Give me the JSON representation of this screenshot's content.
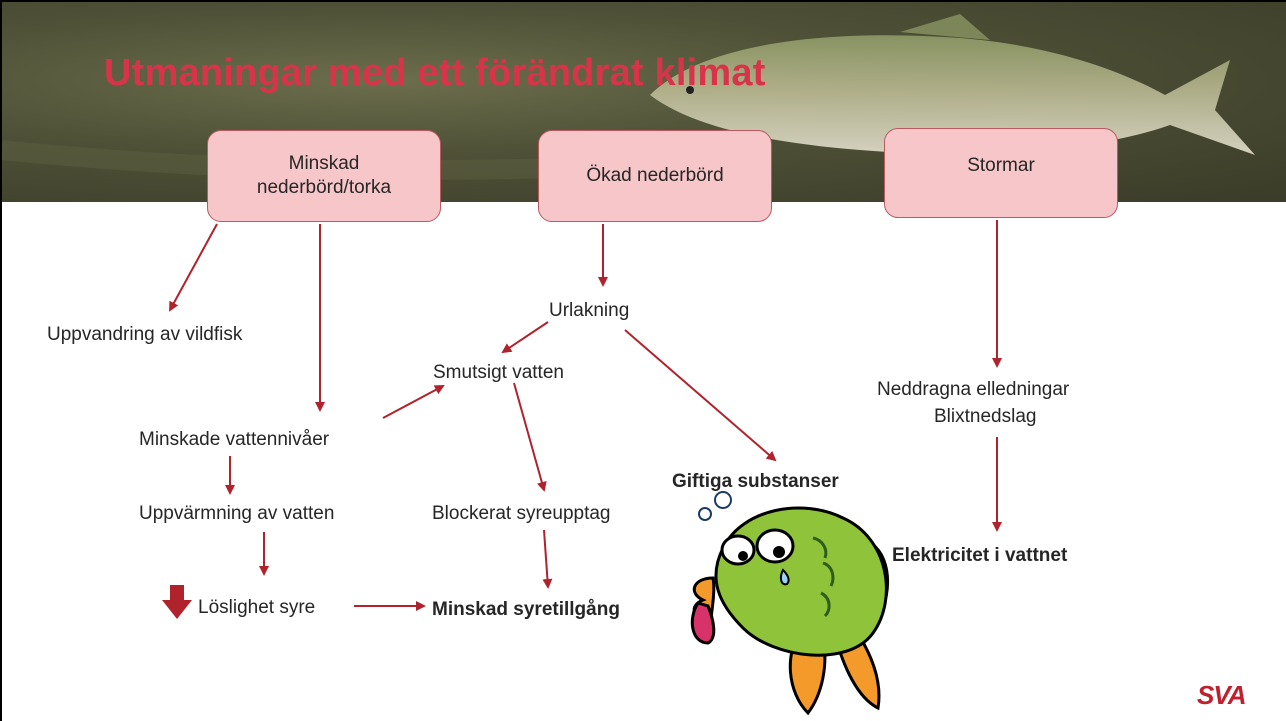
{
  "title": "Utmaningar med ett förändrat klimat",
  "boxes": {
    "torka": "Minskad nederbörd/torka",
    "nederbord": "Ökad nederbörd",
    "stormar": "Stormar"
  },
  "nodes": {
    "uppvandring": "Uppvandring av vildfisk",
    "vattenniva": "Minskade vattennivåer",
    "uppvarmning": "Uppvärmning av vatten",
    "loslighet": "Löslighet syre",
    "minskad_syre": "Minskad syretillgång",
    "urlakning": "Urlakning",
    "smutsigt": "Smutsigt vatten",
    "blockerat": "Blockerat syreupptag",
    "giftiga": "Giftiga substanser",
    "ledningar_1": "Neddragna elledningar",
    "ledningar_2": "Blixtnedslag",
    "elektricitet": "Elektricitet i vattnet"
  },
  "logo": "SVA",
  "colors": {
    "title": "#d9334a",
    "arrow": "#b0222c",
    "box_fill": "#f6c6c9",
    "box_border": "#b85a5f",
    "banner": "#4d4f36"
  }
}
